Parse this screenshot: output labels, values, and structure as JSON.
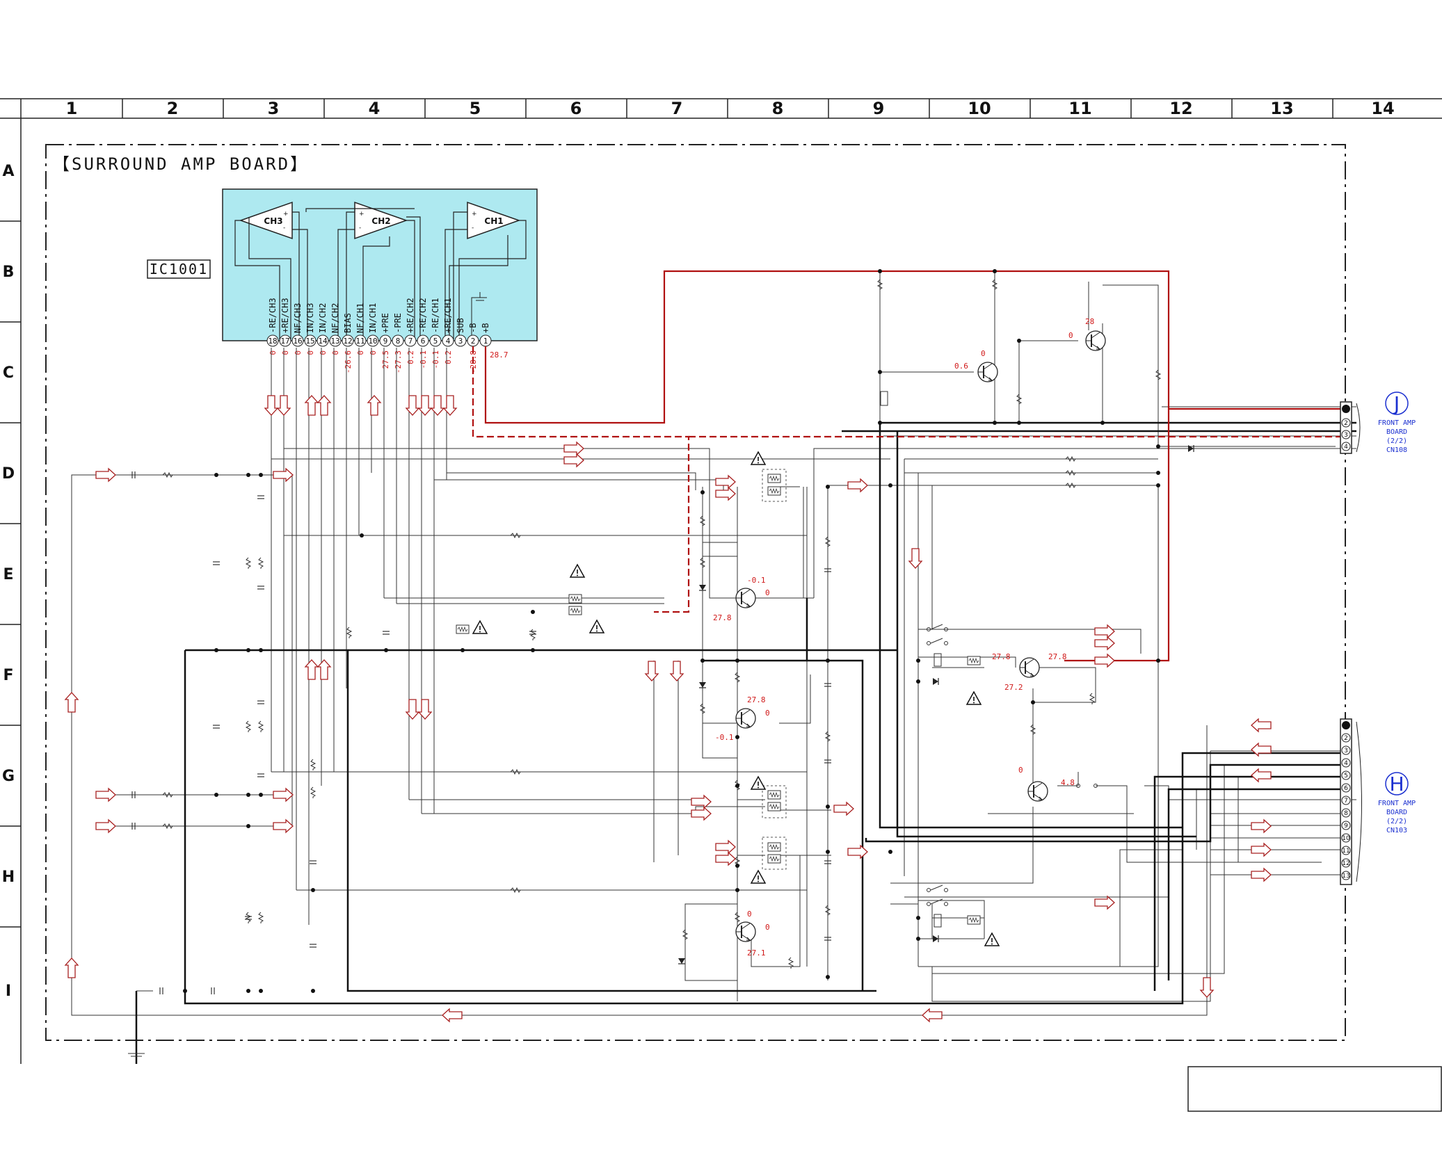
{
  "grid": {
    "columns": [
      "1",
      "2",
      "3",
      "4",
      "5",
      "6",
      "7",
      "8",
      "9",
      "10",
      "11",
      "12",
      "13",
      "14"
    ],
    "rows": [
      "A",
      "B",
      "C",
      "D",
      "E",
      "F",
      "G",
      "H",
      "I"
    ]
  },
  "board_title": "【SURROUND AMP BOARD】",
  "ic": {
    "ref": "IC1001",
    "channels": [
      "CH3",
      "CH2",
      "CH1"
    ],
    "pins": [
      {
        "num": "18",
        "name": "-RE/CH3"
      },
      {
        "num": "17",
        "name": "+RE/CH3"
      },
      {
        "num": "16",
        "name": "NF/CH3"
      },
      {
        "num": "15",
        "name": "IN/CH3"
      },
      {
        "num": "14",
        "name": "IN/CH2"
      },
      {
        "num": "13",
        "name": "NF/CH2"
      },
      {
        "num": "12",
        "name": "BIAS"
      },
      {
        "num": "11",
        "name": "NF/CH1"
      },
      {
        "num": "10",
        "name": "IN/CH1"
      },
      {
        "num": "9",
        "name": "+PRE"
      },
      {
        "num": "8",
        "name": "-PRE"
      },
      {
        "num": "7",
        "name": "+RE/CH2"
      },
      {
        "num": "6",
        "name": "-RE/CH2"
      },
      {
        "num": "5",
        "name": "-RE/CH1"
      },
      {
        "num": "4",
        "name": "+RE/CH1"
      },
      {
        "num": "3",
        "name": "SUB"
      },
      {
        "num": "2",
        "name": "-B"
      },
      {
        "num": "1",
        "name": "+B"
      }
    ],
    "pin_voltages": [
      "0",
      "0",
      "0",
      "0",
      "0",
      "0",
      "-26.6",
      "0",
      "0",
      "27.5",
      "-27.3",
      "0.2",
      "-0.1",
      "-0.1",
      "0.2",
      "",
      "-28.8",
      "28.7"
    ]
  },
  "voltages": {
    "q_c10": "0.6",
    "q_c10_top": "0",
    "q_c11": "0",
    "q_c11_top": "28",
    "q_e8_c": "-0.1",
    "q_e8_e": "0",
    "q_e8_b": "27.8",
    "q_g8_c": "27.8",
    "q_g8_e": "0",
    "q_g8_b": "-0.1",
    "q_f11_b": "27.8",
    "q_f11_c": "27.8",
    "q_f11_e": "27.2",
    "q_i8_c": "0",
    "q_i8_e": "0",
    "q_i8_b": "27.1",
    "q_g11_b": "0",
    "q_g11_c": "4.8"
  },
  "connector_j": {
    "letter": "J",
    "lines": [
      "FRONT AMP",
      "BOARD",
      "(2/2)",
      "CN108"
    ],
    "pins": [
      "1",
      "2",
      "3",
      "4"
    ]
  },
  "connector_h": {
    "letter": "H",
    "lines": [
      "FRONT AMP",
      "BOARD",
      "(2/2)",
      "CN103"
    ],
    "pins": [
      "1",
      "2",
      "3",
      "4",
      "5",
      "6",
      "7",
      "8",
      "9",
      "10",
      "11",
      "12",
      "13"
    ]
  },
  "colors": {
    "wire": "#333333",
    "power": "#b01010",
    "voltage": "#d01818",
    "arrow": "#a82020",
    "ic_fill": "#aee9f0",
    "connector_label": "#1a2fd0"
  }
}
